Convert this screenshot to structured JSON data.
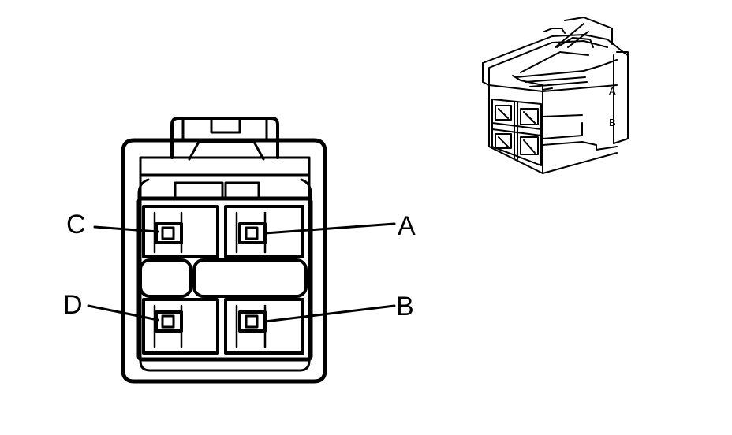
{
  "face_view": {
    "pins": [
      {
        "id": "A",
        "label": "A"
      },
      {
        "id": "B",
        "label": "B"
      },
      {
        "id": "C",
        "label": "C"
      },
      {
        "id": "D",
        "label": "D"
      }
    ]
  },
  "iso_view": {
    "labels": [
      "A",
      "B"
    ]
  }
}
